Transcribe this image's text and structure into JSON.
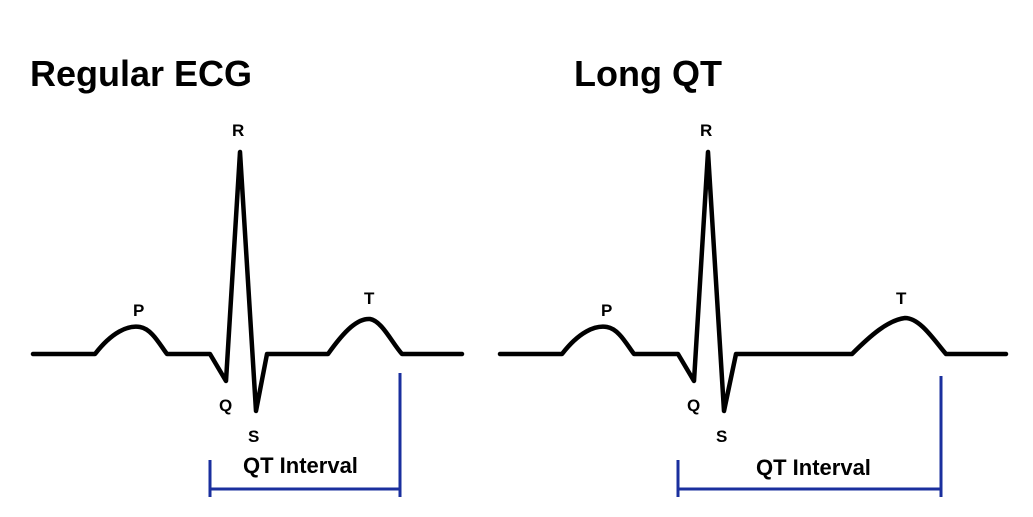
{
  "colors": {
    "trace": "#000000",
    "interval_bracket": "#1a2f9e",
    "background": "#ffffff"
  },
  "panels": [
    {
      "title": "Regular ECG",
      "waves": {
        "p": "P",
        "q": "Q",
        "r": "R",
        "s": "S",
        "t": "T"
      },
      "interval_label": "QT Interval"
    },
    {
      "title": "Long QT",
      "waves": {
        "p": "P",
        "q": "Q",
        "r": "R",
        "s": "S",
        "t": "T"
      },
      "interval_label": "QT Interval"
    }
  ]
}
